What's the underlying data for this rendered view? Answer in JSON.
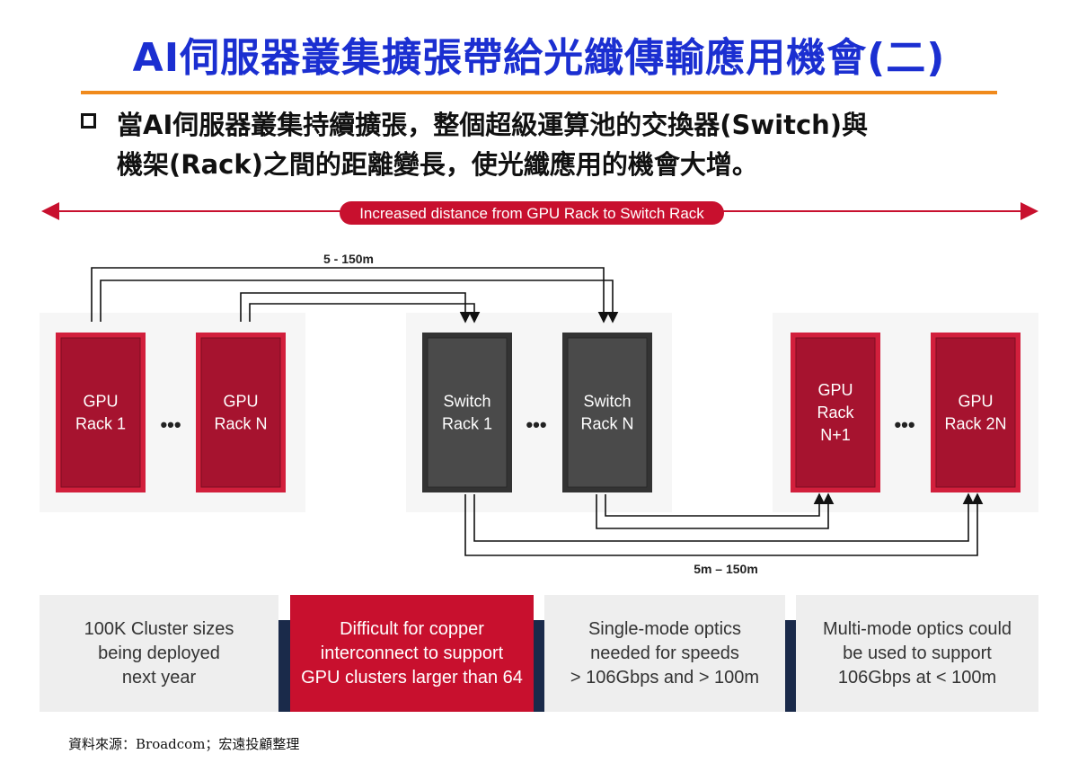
{
  "title": "AI伺服器叢集擴張帶給光纖傳輸應用機會(二)",
  "bullet": {
    "line1": "當AI伺服器叢集持續擴張，整個超級運算池的交換器(Switch)與",
    "line2": "機架(Rack)之間的距離變長，使光纖應用的機會大增。"
  },
  "diagram": {
    "banner": "Increased distance from GPU Rack to Switch Rack",
    "top_distance": "5 - 150m",
    "bottom_distance": "5m – 150m",
    "ellipsis": "•••",
    "racks": [
      {
        "lines": [
          "GPU",
          "Rack 1"
        ],
        "kind": "gpu"
      },
      {
        "lines": [
          "GPU",
          "Rack N"
        ],
        "kind": "gpu"
      },
      {
        "lines": [
          "Switch",
          "Rack 1"
        ],
        "kind": "switch"
      },
      {
        "lines": [
          "Switch",
          "Rack N"
        ],
        "kind": "switch"
      },
      {
        "lines": [
          "GPU",
          "Rack",
          "N+1"
        ],
        "kind": "gpu"
      },
      {
        "lines": [
          "GPU",
          "Rack 2N"
        ],
        "kind": "gpu"
      }
    ],
    "colors": {
      "gpu_fill": "#a6132f",
      "gpu_border": "#d21f3c",
      "switch_fill": "#4a4a4a",
      "switch_border": "#333333",
      "banner_fill": "#c8102e",
      "arrow": "#c8102e"
    }
  },
  "panels": [
    {
      "text": [
        "100K Cluster sizes",
        "being deployed",
        "next year"
      ]
    },
    {
      "text": [
        "Difficult for copper",
        "interconnect to support",
        "GPU clusters larger than 64"
      ]
    },
    {
      "text": [
        "Single-mode optics",
        "needed for speeds",
        "> 106Gbps and > 100m"
      ]
    },
    {
      "text": [
        "Multi-mode optics could",
        "be used to support",
        "106Gbps at < 100m"
      ]
    }
  ],
  "source": "資料來源：Broadcom；宏遠投顧整理"
}
